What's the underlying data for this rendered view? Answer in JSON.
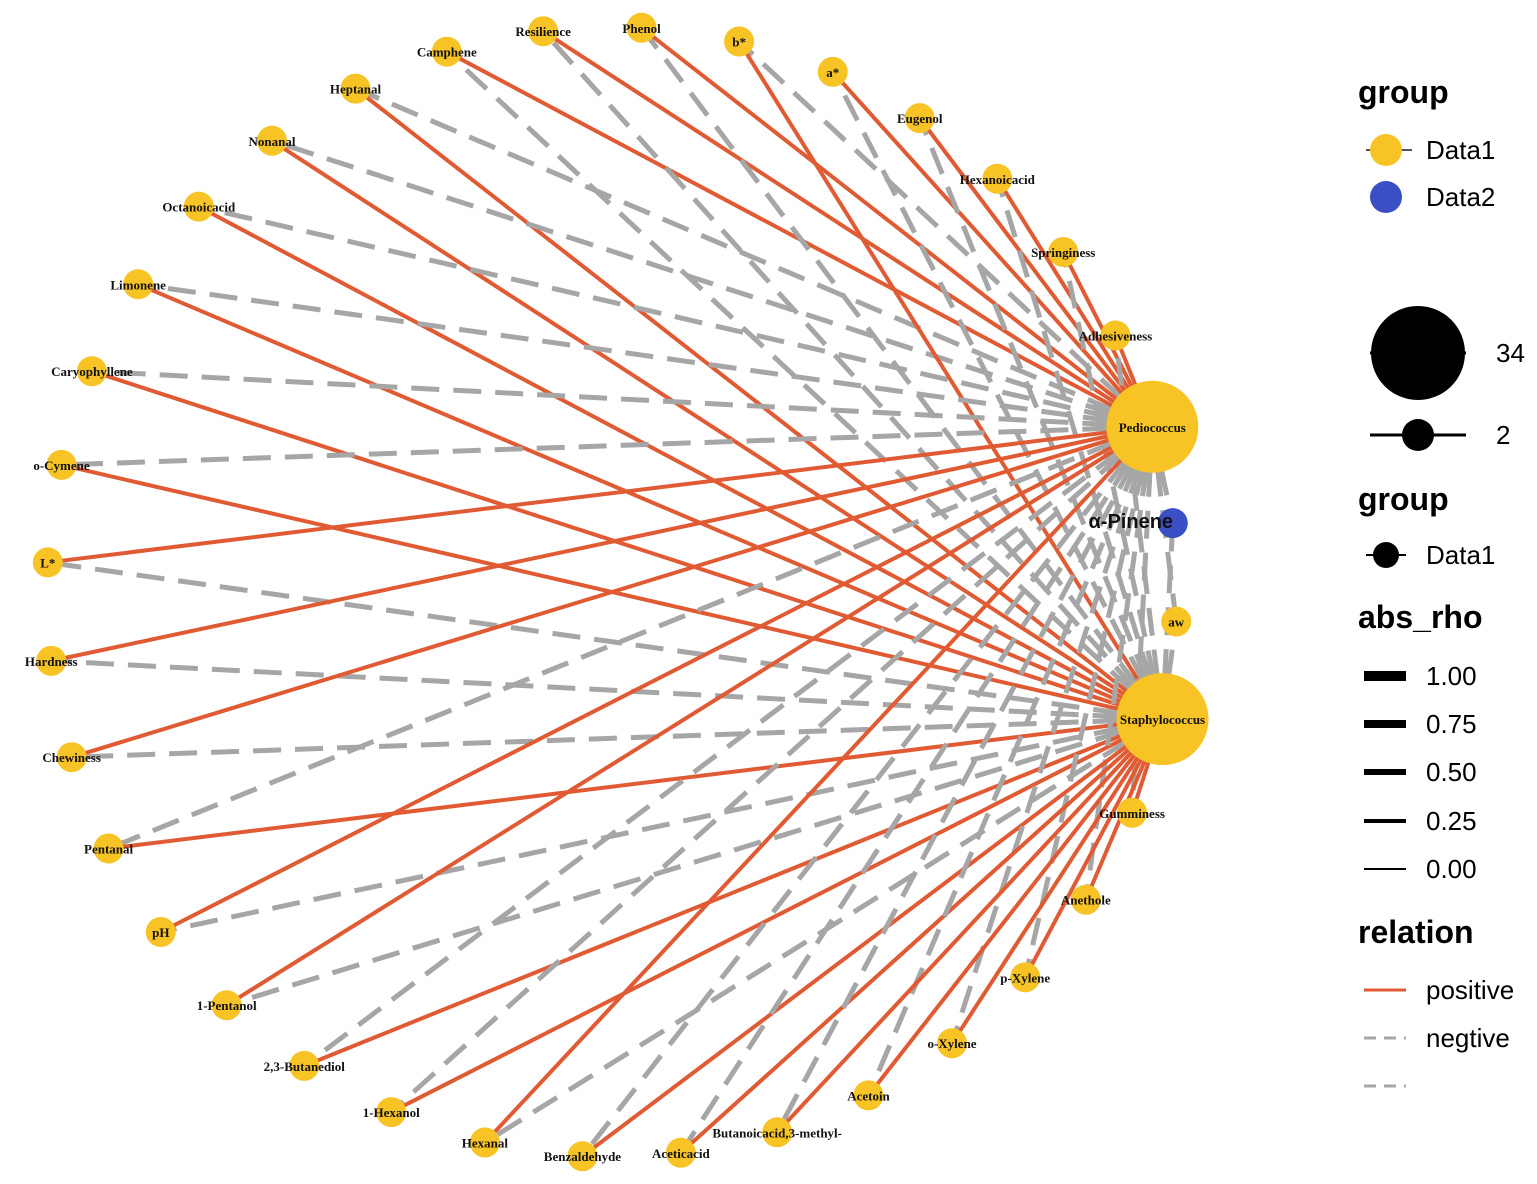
{
  "nodes": [
    {
      "id": "Heptanal",
      "label": "Heptanal",
      "group": "Data1"
    },
    {
      "id": "Camphene",
      "label": "Camphene",
      "group": "Data1"
    },
    {
      "id": "Resilience",
      "label": "Resilience",
      "group": "Data1"
    },
    {
      "id": "Nonanal",
      "label": "Nonanal",
      "group": "Data1"
    },
    {
      "id": "Phenol",
      "label": "Phenol",
      "group": "Data1"
    },
    {
      "id": "Octanoicacid",
      "label": "Octanoicacid",
      "group": "Data1"
    },
    {
      "id": "b*",
      "label": "b*",
      "group": "Data1"
    },
    {
      "id": "Limonene",
      "label": "Limonene",
      "group": "Data1"
    },
    {
      "id": "a*",
      "label": "a*",
      "group": "Data1"
    },
    {
      "id": "Caryophyllene",
      "label": "Caryophyllene",
      "group": "Data1"
    },
    {
      "id": "Eugenol",
      "label": "Eugenol",
      "group": "Data1"
    },
    {
      "id": "o-Cymene",
      "label": "o-Cymene",
      "group": "Data1"
    },
    {
      "id": "Hexanoicacid",
      "label": "Hexanoicacid",
      "group": "Data1"
    },
    {
      "id": "L*",
      "label": "L*",
      "group": "Data1"
    },
    {
      "id": "Springiness",
      "label": "Springiness",
      "group": "Data1"
    },
    {
      "id": "Hardness",
      "label": "Hardness",
      "group": "Data1"
    },
    {
      "id": "Adhesiveness",
      "label": "Adhesiveness",
      "group": "Data1"
    },
    {
      "id": "Chewiness",
      "label": "Chewiness",
      "group": "Data1"
    },
    {
      "id": "Pediococcus",
      "label": "Pediococcus",
      "group": "Data1",
      "degree": 34
    },
    {
      "id": "Pentanal",
      "label": "Pentanal",
      "group": "Data1"
    },
    {
      "id": "a-Pinene",
      "label": "α-Pinene",
      "group": "Data2"
    },
    {
      "id": "pH",
      "label": "pH",
      "group": "Data1"
    },
    {
      "id": "aw",
      "label": "aw",
      "group": "Data1"
    },
    {
      "id": "1-Pentanol",
      "label": "1-Pentanol",
      "group": "Data1"
    },
    {
      "id": "Staphylococcus",
      "label": "Staphylococcus",
      "group": "Data1",
      "degree": 34
    },
    {
      "id": "2,3-Butanediol",
      "label": "2,3-Butanediol",
      "group": "Data1"
    },
    {
      "id": "Gumminess",
      "label": "Gumminess",
      "group": "Data1"
    },
    {
      "id": "1-Hexanol",
      "label": "1-Hexanol",
      "group": "Data1"
    },
    {
      "id": "Anethole",
      "label": "Anethole",
      "group": "Data1"
    },
    {
      "id": "Hexanal",
      "label": "Hexanal",
      "group": "Data1"
    },
    {
      "id": "p-Xylene",
      "label": "p-Xylene",
      "group": "Data1"
    },
    {
      "id": "Benzaldehyde",
      "label": "Benzaldehyde",
      "group": "Data1"
    },
    {
      "id": "o-Xylene",
      "label": "o-Xylene",
      "group": "Data1"
    },
    {
      "id": "Aceticacid",
      "label": "Aceticacid",
      "group": "Data1"
    },
    {
      "id": "Acetoin",
      "label": "Acetoin",
      "group": "Data1"
    },
    {
      "id": "Butanoicacid,3-methyl-",
      "label": "Butanoicacid,3-methyl-",
      "group": "Data1"
    }
  ],
  "edges": [
    {
      "source": "Pediococcus",
      "target": "Heptanal",
      "relation": "negtive"
    },
    {
      "source": "Staphylococcus",
      "target": "Heptanal",
      "relation": "positive"
    },
    {
      "source": "Pediococcus",
      "target": "Camphene",
      "relation": "positive"
    },
    {
      "source": "Staphylococcus",
      "target": "Camphene",
      "relation": "negtive"
    },
    {
      "source": "Pediococcus",
      "target": "Resilience",
      "relation": "positive"
    },
    {
      "source": "Staphylococcus",
      "target": "Resilience",
      "relation": "negtive"
    },
    {
      "source": "Pediococcus",
      "target": "Nonanal",
      "relation": "negtive"
    },
    {
      "source": "Staphylococcus",
      "target": "Nonanal",
      "relation": "positive"
    },
    {
      "source": "Pediococcus",
      "target": "Phenol",
      "relation": "positive"
    },
    {
      "source": "Staphylococcus",
      "target": "Phenol",
      "relation": "negtive"
    },
    {
      "source": "Pediococcus",
      "target": "Octanoicacid",
      "relation": "negtive"
    },
    {
      "source": "Staphylococcus",
      "target": "Octanoicacid",
      "relation": "positive"
    },
    {
      "source": "Pediococcus",
      "target": "b*",
      "relation": "negtive"
    },
    {
      "source": "Staphylococcus",
      "target": "b*",
      "relation": "positive"
    },
    {
      "source": "Pediococcus",
      "target": "Limonene",
      "relation": "negtive"
    },
    {
      "source": "Staphylococcus",
      "target": "Limonene",
      "relation": "positive"
    },
    {
      "source": "Pediococcus",
      "target": "a*",
      "relation": "positive"
    },
    {
      "source": "Staphylococcus",
      "target": "a*",
      "relation": "negtive"
    },
    {
      "source": "Pediococcus",
      "target": "Caryophyllene",
      "relation": "negtive"
    },
    {
      "source": "Staphylococcus",
      "target": "Caryophyllene",
      "relation": "positive"
    },
    {
      "source": "Pediococcus",
      "target": "Eugenol",
      "relation": "positive"
    },
    {
      "source": "Staphylococcus",
      "target": "Eugenol",
      "relation": "negtive"
    },
    {
      "source": "Pediococcus",
      "target": "o-Cymene",
      "relation": "negtive"
    },
    {
      "source": "Staphylococcus",
      "target": "o-Cymene",
      "relation": "positive"
    },
    {
      "source": "Pediococcus",
      "target": "Hexanoicacid",
      "relation": "positive"
    },
    {
      "source": "Staphylococcus",
      "target": "Hexanoicacid",
      "relation": "negtive"
    },
    {
      "source": "Pediococcus",
      "target": "L*",
      "relation": "positive"
    },
    {
      "source": "Staphylococcus",
      "target": "L*",
      "relation": "negtive"
    },
    {
      "source": "Pediococcus",
      "target": "Springiness",
      "relation": "positive"
    },
    {
      "source": "Staphylococcus",
      "target": "Springiness",
      "relation": "negtive"
    },
    {
      "source": "Pediococcus",
      "target": "Hardness",
      "relation": "positive"
    },
    {
      "source": "Staphylococcus",
      "target": "Hardness",
      "relation": "negtive"
    },
    {
      "source": "Pediococcus",
      "target": "Adhesiveness",
      "relation": "positive"
    },
    {
      "source": "Staphylococcus",
      "target": "Adhesiveness",
      "relation": "negtive"
    },
    {
      "source": "Pediococcus",
      "target": "Chewiness",
      "relation": "positive"
    },
    {
      "source": "Staphylococcus",
      "target": "Chewiness",
      "relation": "negtive"
    },
    {
      "source": "Pediococcus",
      "target": "Pentanal",
      "relation": "negtive"
    },
    {
      "source": "Staphylococcus",
      "target": "Pentanal",
      "relation": "positive"
    },
    {
      "source": "Pediococcus",
      "target": "a-Pinene",
      "relation": "negtive"
    },
    {
      "source": "Staphylococcus",
      "target": "a-Pinene",
      "relation": "negtive"
    },
    {
      "source": "Pediococcus",
      "target": "pH",
      "relation": "positive"
    },
    {
      "source": "Staphylococcus",
      "target": "pH",
      "relation": "negtive"
    },
    {
      "source": "Pediococcus",
      "target": "aw",
      "relation": "negtive"
    },
    {
      "source": "Staphylococcus",
      "target": "aw",
      "relation": "negtive"
    },
    {
      "source": "Pediococcus",
      "target": "1-Pentanol",
      "relation": "positive"
    },
    {
      "source": "Staphylococcus",
      "target": "1-Pentanol",
      "relation": "negtive"
    },
    {
      "source": "Pediococcus",
      "target": "2,3-Butanediol",
      "relation": "negtive"
    },
    {
      "source": "Staphylococcus",
      "target": "2,3-Butanediol",
      "relation": "positive"
    },
    {
      "source": "Pediococcus",
      "target": "Gumminess",
      "relation": "negtive"
    },
    {
      "source": "Staphylococcus",
      "target": "Gumminess",
      "relation": "positive"
    },
    {
      "source": "Pediococcus",
      "target": "1-Hexanol",
      "relation": "negtive"
    },
    {
      "source": "Staphylococcus",
      "target": "1-Hexanol",
      "relation": "positive"
    },
    {
      "source": "Pediococcus",
      "target": "Anethole",
      "relation": "negtive"
    },
    {
      "source": "Staphylococcus",
      "target": "Anethole",
      "relation": "positive"
    },
    {
      "source": "Pediococcus",
      "target": "Hexanal",
      "relation": "positive"
    },
    {
      "source": "Staphylococcus",
      "target": "Hexanal",
      "relation": "negtive"
    },
    {
      "source": "Pediococcus",
      "target": "p-Xylene",
      "relation": "negtive"
    },
    {
      "source": "Staphylococcus",
      "target": "p-Xylene",
      "relation": "positive"
    },
    {
      "source": "Pediococcus",
      "target": "Benzaldehyde",
      "relation": "negtive"
    },
    {
      "source": "Staphylococcus",
      "target": "Benzaldehyde",
      "relation": "positive"
    },
    {
      "source": "Pediococcus",
      "target": "o-Xylene",
      "relation": "negtive"
    },
    {
      "source": "Staphylococcus",
      "target": "o-Xylene",
      "relation": "positive"
    },
    {
      "source": "Pediococcus",
      "target": "Aceticacid",
      "relation": "negtive"
    },
    {
      "source": "Staphylococcus",
      "target": "Aceticacid",
      "relation": "positive"
    },
    {
      "source": "Pediococcus",
      "target": "Acetoin",
      "relation": "negtive"
    },
    {
      "source": "Staphylococcus",
      "target": "Acetoin",
      "relation": "positive"
    },
    {
      "source": "Pediococcus",
      "target": "Butanoicacid,3-methyl-",
      "relation": "negtive"
    },
    {
      "source": "Staphylococcus",
      "target": "Butanoicacid,3-methyl-",
      "relation": "positive"
    }
  ],
  "colors": {
    "Data1": "#F7C325",
    "Data2": "#3A4FC4",
    "positive": "#E05A33",
    "negtive": "#A6A6A6"
  },
  "legend": {
    "group_title": "group",
    "group_items": [
      "Data1",
      "Data2"
    ],
    "size_values": [
      "34",
      "2"
    ],
    "group2_title": "group",
    "group2_items": [
      "Data1"
    ],
    "abs_rho_title": "abs_rho",
    "abs_rho_values": [
      "1.00",
      "0.75",
      "0.50",
      "0.25",
      "0.00"
    ],
    "relation_title": "relation",
    "relation_items": [
      "positive",
      "negtive"
    ]
  }
}
